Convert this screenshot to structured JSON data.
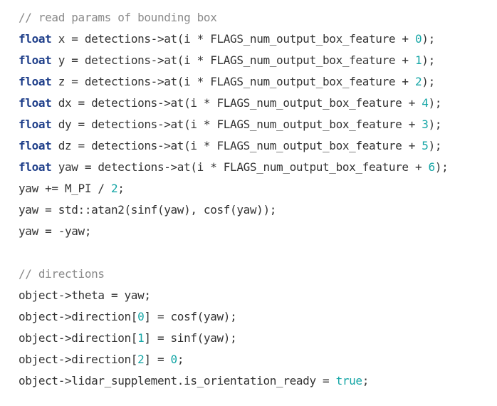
{
  "code": {
    "lines": [
      [
        {
          "t": "// read params of bounding box",
          "c": "cm"
        }
      ],
      [
        {
          "t": "float",
          "c": "kw"
        },
        {
          "t": " x = detections->at(i * FLAGS_num_output_box_feature + ",
          "c": ""
        },
        {
          "t": "0",
          "c": "num"
        },
        {
          "t": ");",
          "c": ""
        }
      ],
      [
        {
          "t": "float",
          "c": "kw"
        },
        {
          "t": " y = detections->at(i * FLAGS_num_output_box_feature + ",
          "c": ""
        },
        {
          "t": "1",
          "c": "num"
        },
        {
          "t": ");",
          "c": ""
        }
      ],
      [
        {
          "t": "float",
          "c": "kw"
        },
        {
          "t": " z = detections->at(i * FLAGS_num_output_box_feature + ",
          "c": ""
        },
        {
          "t": "2",
          "c": "num"
        },
        {
          "t": ");",
          "c": ""
        }
      ],
      [
        {
          "t": "float",
          "c": "kw"
        },
        {
          "t": " dx = detections->at(i * FLAGS_num_output_box_feature + ",
          "c": ""
        },
        {
          "t": "4",
          "c": "num"
        },
        {
          "t": ");",
          "c": ""
        }
      ],
      [
        {
          "t": "float",
          "c": "kw"
        },
        {
          "t": " dy = detections->at(i * FLAGS_num_output_box_feature + ",
          "c": ""
        },
        {
          "t": "3",
          "c": "num"
        },
        {
          "t": ");",
          "c": ""
        }
      ],
      [
        {
          "t": "float",
          "c": "kw"
        },
        {
          "t": " dz = detections->at(i * FLAGS_num_output_box_feature + ",
          "c": ""
        },
        {
          "t": "5",
          "c": "num"
        },
        {
          "t": ");",
          "c": ""
        }
      ],
      [
        {
          "t": "float",
          "c": "kw"
        },
        {
          "t": " yaw = detections->at(i * FLAGS_num_output_box_feature + ",
          "c": ""
        },
        {
          "t": "6",
          "c": "num"
        },
        {
          "t": ");",
          "c": ""
        }
      ],
      [
        {
          "t": "yaw += M_PI / ",
          "c": ""
        },
        {
          "t": "2",
          "c": "num"
        },
        {
          "t": ";",
          "c": ""
        }
      ],
      [
        {
          "t": "yaw = std::atan2(sinf(yaw), cosf(yaw));",
          "c": ""
        }
      ],
      [
        {
          "t": "yaw = -yaw;",
          "c": ""
        }
      ],
      [
        {
          "t": "",
          "c": ""
        }
      ],
      [
        {
          "t": "// directions",
          "c": "cm"
        }
      ],
      [
        {
          "t": "object->theta = yaw;",
          "c": ""
        }
      ],
      [
        {
          "t": "object->direction[",
          "c": ""
        },
        {
          "t": "0",
          "c": "num"
        },
        {
          "t": "] = cosf(yaw);",
          "c": ""
        }
      ],
      [
        {
          "t": "object->direction[",
          "c": ""
        },
        {
          "t": "1",
          "c": "num"
        },
        {
          "t": "] = sinf(yaw);",
          "c": ""
        }
      ],
      [
        {
          "t": "object->direction[",
          "c": ""
        },
        {
          "t": "2",
          "c": "num"
        },
        {
          "t": "] = ",
          "c": ""
        },
        {
          "t": "0",
          "c": "num"
        },
        {
          "t": ";",
          "c": ""
        }
      ],
      [
        {
          "t": "object->lidar_supplement.is_orientation_ready = ",
          "c": ""
        },
        {
          "t": "true",
          "c": "lit"
        },
        {
          "t": ";",
          "c": ""
        }
      ]
    ]
  },
  "colors": {
    "keyword": "#1f3f8a",
    "comment": "#8a8a8a",
    "number": "#15a6a6",
    "text": "#333333",
    "background": "#ffffff"
  }
}
